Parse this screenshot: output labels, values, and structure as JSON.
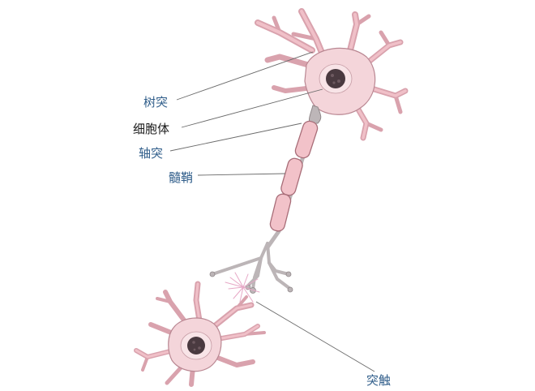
{
  "labels": {
    "dendrite": "树突",
    "cell_body": "细胞体",
    "axon": "轴突",
    "myelin_sheath": "髓鞘",
    "synapse": "突触"
  },
  "colors": {
    "neuron_fill": "#f4c6cc",
    "neuron_stroke": "#a86d78",
    "nucleus": "#4a3a40",
    "axon_gray": "#b9b3b5",
    "myelin_fill": "#f2c2c9",
    "leader_line": "#6b6b6b",
    "label_blue": "#2f5d8a",
    "label_dark": "#1a1a1a"
  }
}
